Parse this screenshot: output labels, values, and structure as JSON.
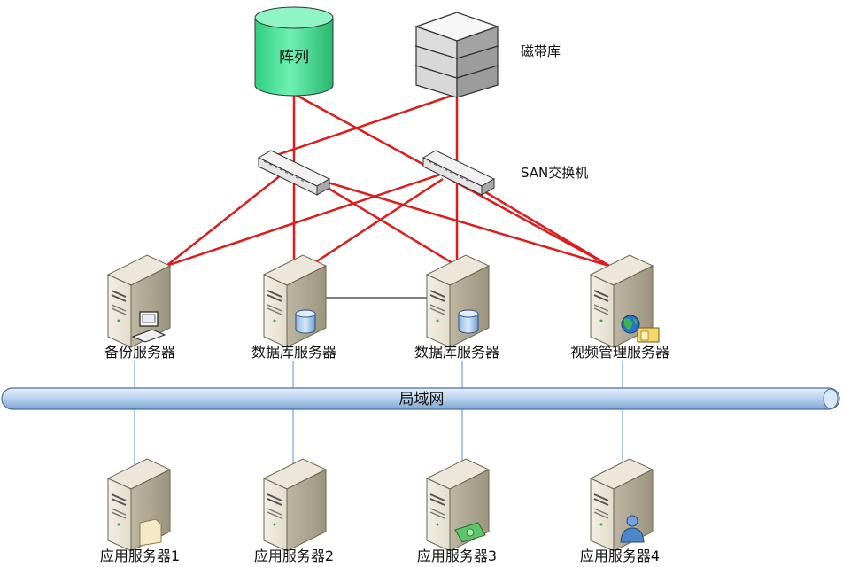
{
  "storage": {
    "array_label": "阵列",
    "tape_label": "磁带库",
    "switch_label": "SAN交换机"
  },
  "network": {
    "lan_label": "局域网"
  },
  "servers": {
    "backup": "备份服务器",
    "db1": "数据库服务器",
    "db2": "数据库服务器",
    "video": "视频管理服务器"
  },
  "app_servers": {
    "app1": "应用服务器1",
    "app2": "应用服务器2",
    "app3": "应用服务器3",
    "app4": "应用服务器4"
  },
  "colors": {
    "san_link": "#e01b1b",
    "lan_link": "#5b8fd0",
    "array_fill": "#4fe39a",
    "lan_bus": "#b9d3ee"
  }
}
